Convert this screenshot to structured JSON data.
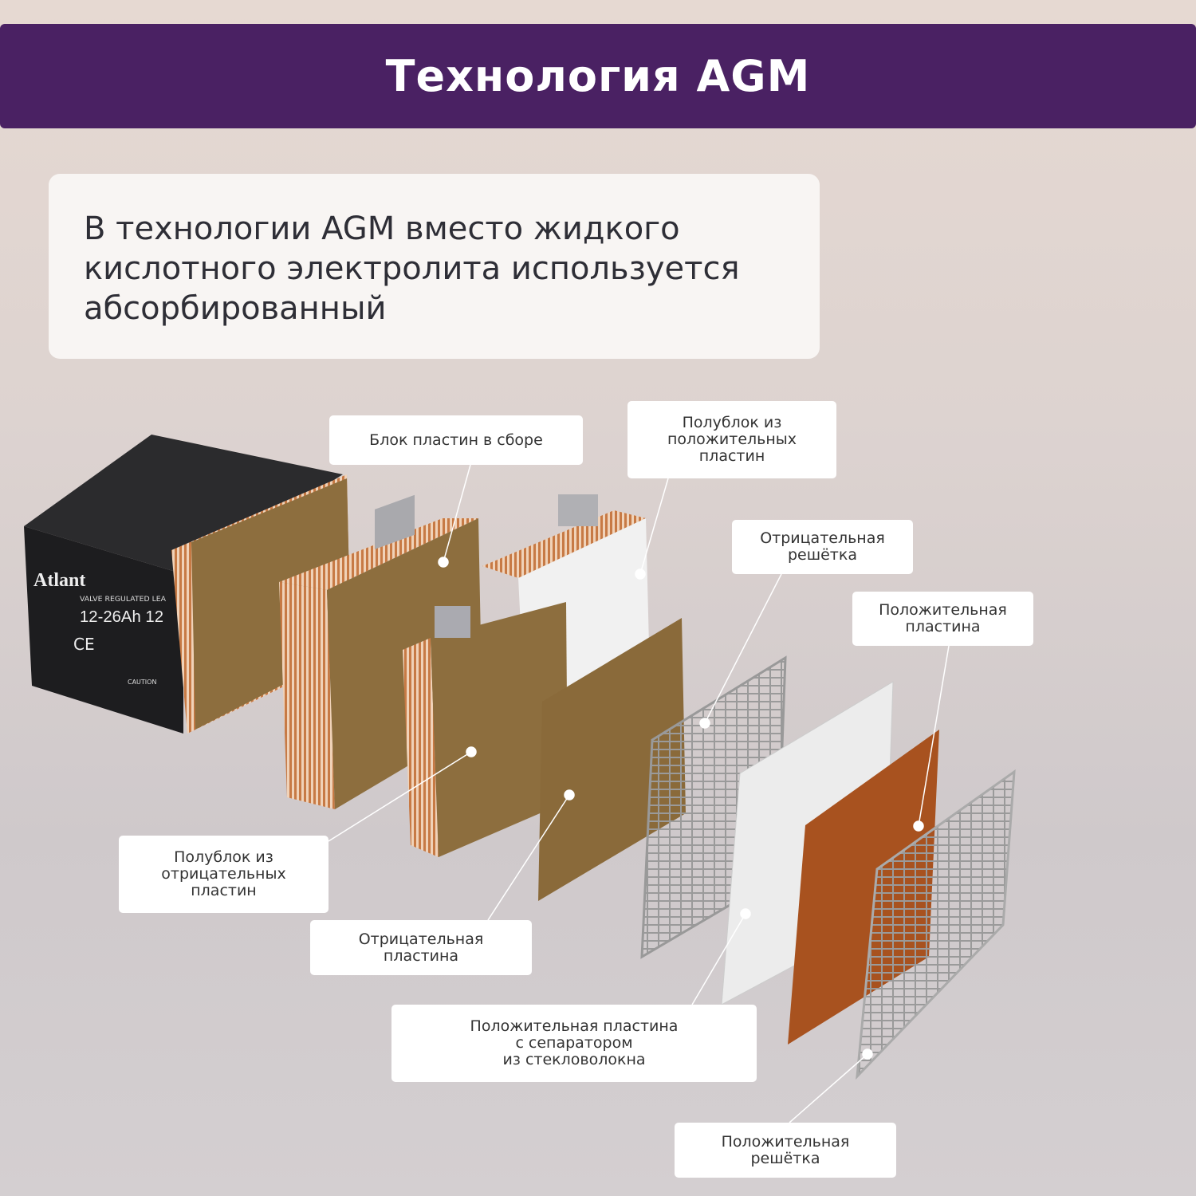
{
  "header": {
    "title": "Технология AGM"
  },
  "intro": {
    "text": "В технологии AGM вместо жидкого кислотного электролита используется абсорбированный"
  },
  "battery": {
    "brand": "Atlant",
    "model": "12-26Ah 12",
    "label": "VALVE REGULATED LEA",
    "ce": "CE",
    "caution": "CAUTION"
  },
  "labels": [
    {
      "id": "plate-block-assembled",
      "text": "Блок пластин в сборе"
    },
    {
      "id": "positive-half-block",
      "text": "Полублок из\nположительных\nпластин"
    },
    {
      "id": "negative-grid",
      "text": "Отрицательная\nрешётка"
    },
    {
      "id": "positive-plate",
      "text": "Положительная\nпластина"
    },
    {
      "id": "negative-half-block",
      "text": "Полублок из\nотрицательных\nпластин"
    },
    {
      "id": "negative-plate",
      "text": "Отрицательная\nпластина"
    },
    {
      "id": "positive-plate-separator",
      "text": "Положительная пластина\nс сепаратором\nиз стекловолокна"
    },
    {
      "id": "positive-grid",
      "text": "Положительная\nрешётка"
    }
  ],
  "colors": {
    "header": "#4a2163",
    "negative_plate": "#8a6a3a",
    "positive_plate": "#a8521f",
    "separator": "#e8e8e8"
  }
}
